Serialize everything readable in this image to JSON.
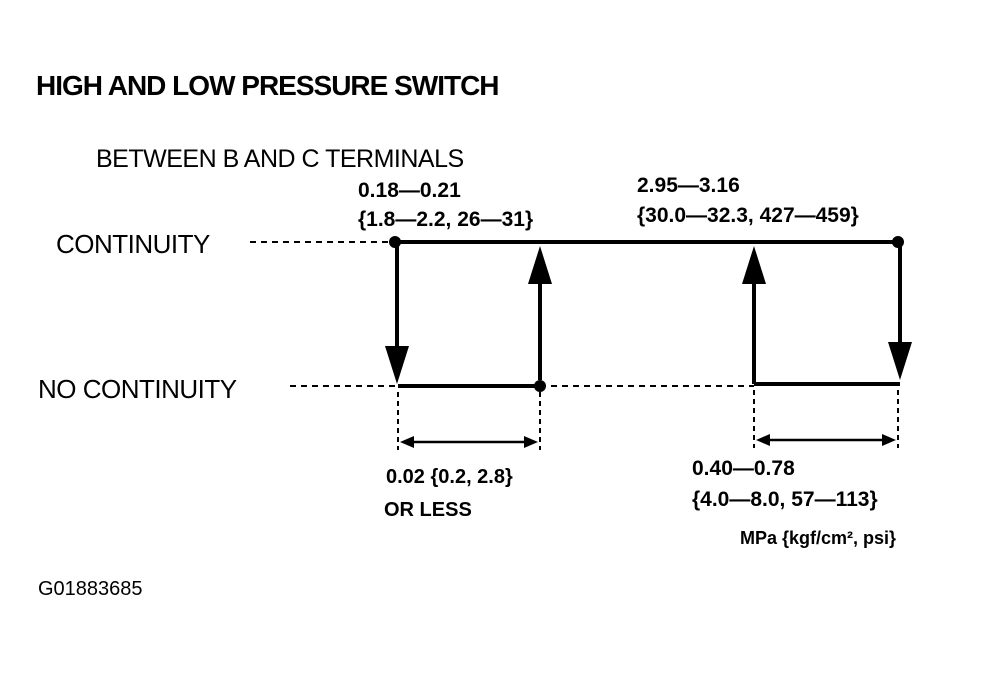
{
  "title": "HIGH AND LOW PRESSURE SWITCH",
  "subtitle": "BETWEEN B AND C TERMINALS",
  "states": {
    "continuity": "CONTINUITY",
    "no_continuity": "NO CONTINUITY"
  },
  "low_pressure": {
    "line1": "0.18—0.21",
    "line2": "{1.8—2.2, 26—31}",
    "differential_line1": "0.02 {0.2, 2.8}",
    "differential_line2": "OR LESS"
  },
  "high_pressure": {
    "line1": "2.95—3.16",
    "line2": "{30.0—32.3, 427—459}",
    "differential_line1": "0.40—0.78",
    "differential_line2": "{4.0—8.0, 57—113}"
  },
  "units": "MPa {kgf/cm², psi}",
  "figure_code": "G01883685"
}
